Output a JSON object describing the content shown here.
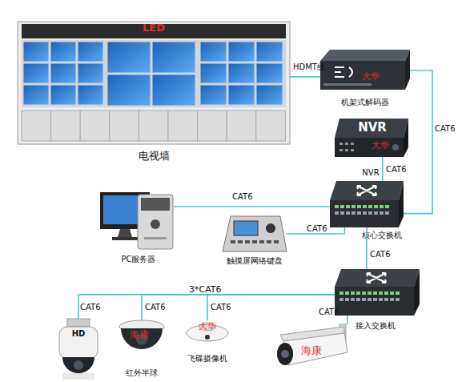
{
  "diagram": {
    "nodes": [
      {
        "text": [
          "LED",
          "电视墙"
        ]
      },
      {
        "text": [
          "大华",
          "机架式解码器"
        ]
      },
      {
        "text": [
          "NVR",
          "大华",
          "NVR"
        ]
      },
      {
        "text": [
          "核心交换机"
        ]
      },
      {
        "text": [
          "PC服务器"
        ]
      },
      {
        "text": [
          "触摸屏网络键盘"
        ]
      },
      {
        "text": [
          "接入交换机"
        ]
      },
      {
        "text": [
          "HD"
        ]
      },
      {
        "text": [
          "海康",
          "红外半球"
        ]
      },
      {
        "text": [
          "大华",
          "飞碟摄像机"
        ]
      },
      {
        "text": [
          "海康"
        ]
      }
    ],
    "edges": [
      {
        "from": 0,
        "to": 1,
        "label": "HDMT线",
        "arrow": "none"
      },
      {
        "from": 1,
        "to": 3,
        "label": "CAT6",
        "arrow": "none"
      },
      {
        "from": 2,
        "to": 3,
        "label": "CAT6",
        "arrow": "none"
      },
      {
        "from": 4,
        "to": 3,
        "label": "CAT6",
        "arrow": "none"
      },
      {
        "from": 5,
        "to": 3,
        "label": "CAT6",
        "arrow": "none"
      },
      {
        "from": 3,
        "to": 6,
        "label": "CAT6",
        "arrow": "none"
      },
      {
        "from": 6,
        "to": 7,
        "label": "CAT6",
        "arrow": "none"
      },
      {
        "from": 6,
        "to": 8,
        "label": "CAT6",
        "arrow": "none"
      },
      {
        "from": 6,
        "to": 9,
        "label": "CAT6",
        "arrow": "none"
      },
      {
        "from": 6,
        "to": 10,
        "label": "CAT6",
        "arrow": "none"
      }
    ],
    "labels": [
      "3*CAT6"
    ]
  }
}
